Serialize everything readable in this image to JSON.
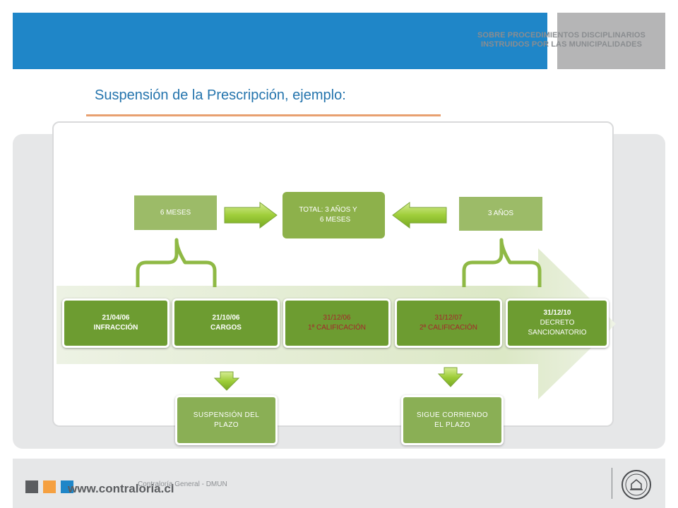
{
  "header": {
    "line1": "SOBRE PROCEDIMIENTOS DISCIPLINARIOS",
    "line2": "INSTRUIDOS POR LAS MUNICIPALIDADES",
    "colors": {
      "blue": "#1f86c8",
      "grey": "#b5b5b6"
    }
  },
  "title": "Suspensión de la Prescripción, ejemplo:",
  "top_boxes": {
    "six_months": "6 MESES",
    "total_line1": "TOTAL: 3 AÑOS Y",
    "total_line2": "6 MESES",
    "three_years": "3 AÑOS"
  },
  "timeline": [
    {
      "date": "21/04/06",
      "label": "INFRACCIÓN"
    },
    {
      "date": "21/10/06",
      "label": "CARGOS"
    },
    {
      "date": "31/12/06",
      "label": "1ª CALIFICACIÓN"
    },
    {
      "date": "31/12/07",
      "label": "2ª CALIFICACIÓN"
    },
    {
      "date": "31/12/10",
      "label": "DECRETO SANCIONATORIO"
    }
  ],
  "bottom_boxes": {
    "suspension": "SUSPENSIÓN DEL PLAZO",
    "continues": "SIGUE CORRIENDO EL PLAZO"
  },
  "footer": {
    "url": "www.contraloria.cl",
    "label": "Contraloría General - DMUN",
    "square_colors": [
      "#5b5d60",
      "#f5a040",
      "#1f86c8"
    ]
  },
  "icons": {
    "arrows": "green-block-arrow-icon",
    "braces": "curly-brace-icon",
    "seal": "institution-seal-icon"
  }
}
